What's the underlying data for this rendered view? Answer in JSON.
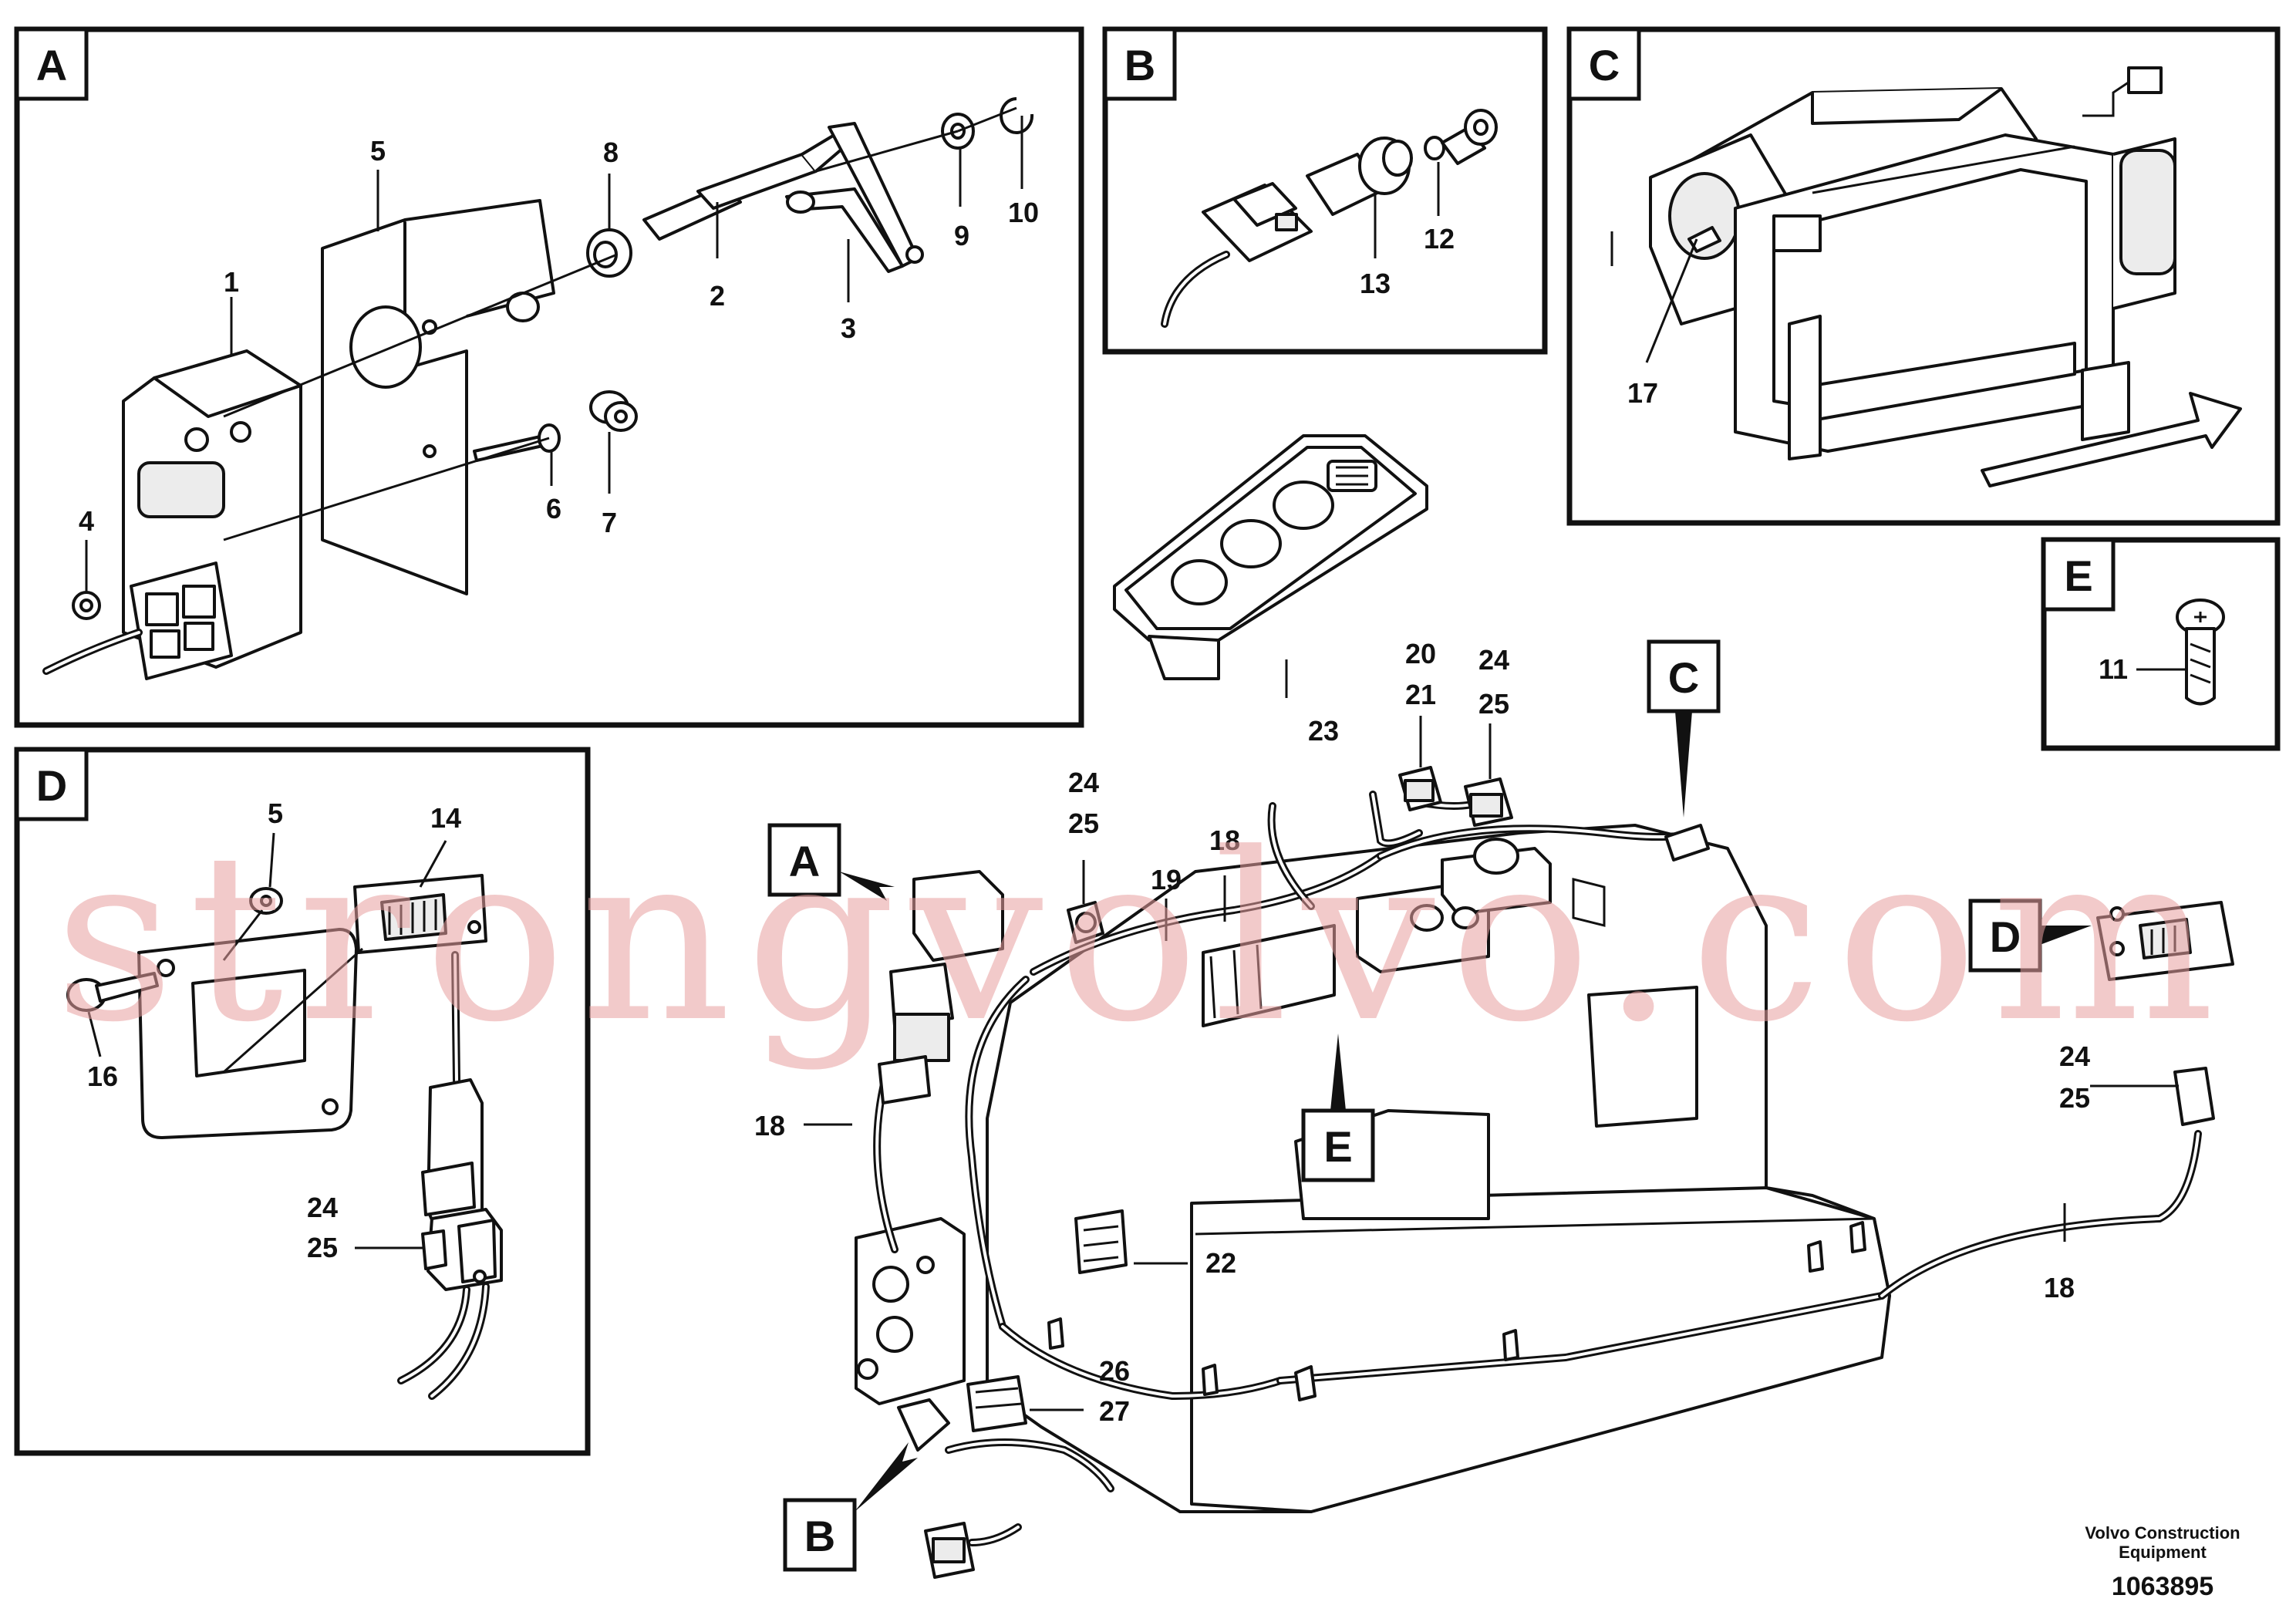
{
  "sections": {
    "A": {
      "label": "A"
    },
    "B": {
      "label": "B"
    },
    "C": {
      "label": "C"
    },
    "D": {
      "label": "D"
    },
    "E": {
      "label": "E"
    }
  },
  "callouts": {
    "main": {
      "A": "A",
      "B": "B",
      "C": "C",
      "D": "D",
      "E": "E"
    }
  },
  "parts": {
    "p1": "1",
    "p2": "2",
    "p3": "3",
    "p4": "4",
    "p5a": "5",
    "p6": "6",
    "p7": "7",
    "p8": "8",
    "p9": "9",
    "p10": "10",
    "p11": "11",
    "p12": "12",
    "p13": "13",
    "p14": "14",
    "p5d": "5",
    "p16": "16",
    "p17": "17",
    "p18a": "18",
    "p18b": "18",
    "p18c": "18",
    "p19": "19",
    "p20": "20",
    "p21": "21",
    "p22": "22",
    "p23": "23",
    "p24a": "24",
    "p25a": "25",
    "p24b": "24",
    "p25b": "25",
    "p24c": "24",
    "p25c": "25",
    "p24d": "24",
    "p25d": "25",
    "p26": "26",
    "p27": "27"
  },
  "footer": {
    "company_line1": "Volvo Construction",
    "company_line2": "Equipment",
    "drawing_number": "1063895"
  },
  "watermark": {
    "text": "strongvolvo.com"
  }
}
